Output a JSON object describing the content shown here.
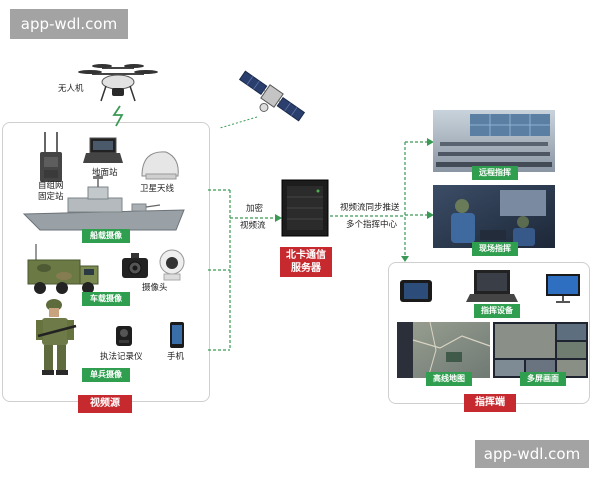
{
  "watermarks": {
    "top_left": "app-wdl.com",
    "bottom_right": "app-wdl.com"
  },
  "sources": {
    "drone": "无人机",
    "station_line1": "自组网",
    "station_line2": "固定站",
    "ground_station": "地面站",
    "satellite_dish": "卫星天线",
    "ship_label": "船载摄像",
    "vehicle_label": "车载摄像",
    "camera": "摄像头",
    "soldier_label": "单兵摄像",
    "bodycam": "执法记录仪",
    "phone": "手机",
    "title": "视频源"
  },
  "flow": {
    "encrypt_line1": "加密",
    "encrypt_line2": "视频流",
    "push_line1": "视频流同步推送",
    "push_line2": "多个指挥中心"
  },
  "server": {
    "line1": "北卡通信",
    "line2": "服务器"
  },
  "command": {
    "remote": "远程指挥",
    "onsite": "现场指挥",
    "devices": "指挥设备",
    "map": "高线地图",
    "multiscreen": "多屏画面",
    "title": "指挥端"
  },
  "colors": {
    "accent_green": "#2f9e4f",
    "accent_red": "#c62a2f",
    "flow_line": "#3a9a55"
  }
}
